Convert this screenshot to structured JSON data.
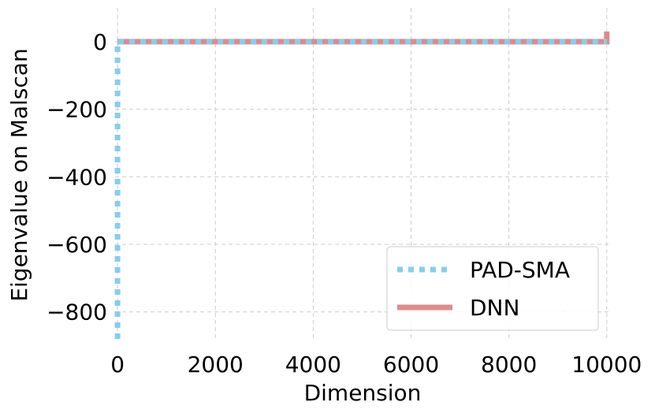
{
  "chart_data": {
    "type": "line",
    "title": "",
    "xlabel": "Dimension",
    "ylabel": "Eigenvalue on Malscan",
    "xlim": [
      -50,
      10100
    ],
    "ylim": [
      -880,
      100
    ],
    "xticks": [
      0,
      2000,
      4000,
      6000,
      8000,
      10000
    ],
    "yticks": [
      0,
      -200,
      -400,
      -600,
      -800
    ],
    "xtick_labels": [
      "0",
      "2000",
      "4000",
      "6000",
      "8000",
      "10000"
    ],
    "ytick_labels": [
      "0",
      "−200",
      "−400",
      "−600",
      "−800"
    ],
    "grid": true,
    "legend_position": "lower-right",
    "series": [
      {
        "name": "PAD-SMA",
        "color": "#87ceeb",
        "style": "dotted",
        "x": [
          0,
          0,
          10000
        ],
        "y": [
          -880,
          0,
          0
        ]
      },
      {
        "name": "DNN",
        "color": "#d98080",
        "style": "solid",
        "x": [
          0,
          9990,
          10000,
          10000
        ],
        "y": [
          0,
          0,
          0,
          30
        ]
      }
    ]
  }
}
